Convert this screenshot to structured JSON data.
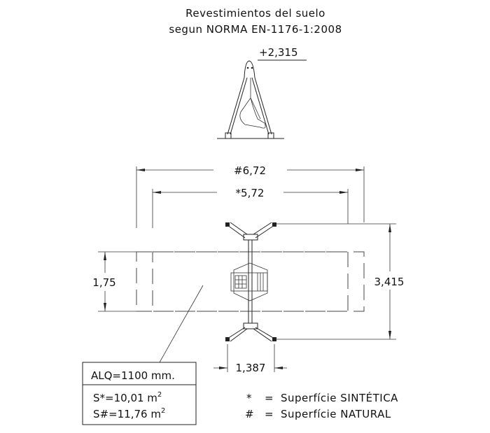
{
  "title": {
    "line1": "Revestimientos del suelo",
    "line2": "segun NORMA EN-1176-1:2008"
  },
  "side_view": {
    "height_label": "+2,315"
  },
  "dimensions": {
    "natural_width": "#6,72",
    "synthetic_width": "*5,72",
    "depth": "1,75",
    "total_length": "3,415",
    "base_width": "1,387"
  },
  "info_box": {
    "height": "ALQ=1100 mm.",
    "synthetic_area": "S*=10,01 m",
    "natural_area": "S#=11,76 m",
    "unit_exponent": "2"
  },
  "legend": [
    {
      "symbol": "*",
      "eq": "=",
      "label": "Superfície SINTÉTICA"
    },
    {
      "symbol": "#",
      "eq": "=",
      "label": "Superfície NATURAL"
    }
  ]
}
